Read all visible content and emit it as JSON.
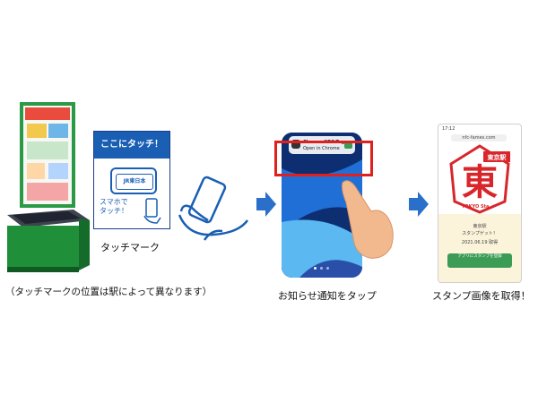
{
  "steps": {
    "touch_mark_label": "タッチマーク",
    "location_note": "（タッチマークの位置は駅によって異なります）",
    "tap_notification": "お知らせ通知をタップ",
    "get_stamp": "スタンプ画像を取得！"
  },
  "touch_card": {
    "header": "ここにタッチ！",
    "logo": "JR東日本",
    "phone_line1": "スマホで",
    "phone_line2": "タッチ！"
  },
  "notification": {
    "title": "Chrome NFC Tag",
    "subtitle": "Open in Chrome"
  },
  "stamp_page": {
    "time": "17:12",
    "url": "nfc-fames.com",
    "station_kanji": "東",
    "station_name_badge": "東京駅",
    "romaji": "TOKYO Sta.",
    "station_name": "東京駅",
    "got_text": "スタンプゲット！",
    "date": "2021.06.19 取得",
    "notice": "アプリにスタンプを登録"
  },
  "colors": {
    "accent_blue": "#1a5fb4",
    "arrow_blue": "#2a6fc9",
    "kiosk_green": "#1f8f3a",
    "highlight_red": "#e0201c",
    "stamp_red": "#d8262b"
  }
}
